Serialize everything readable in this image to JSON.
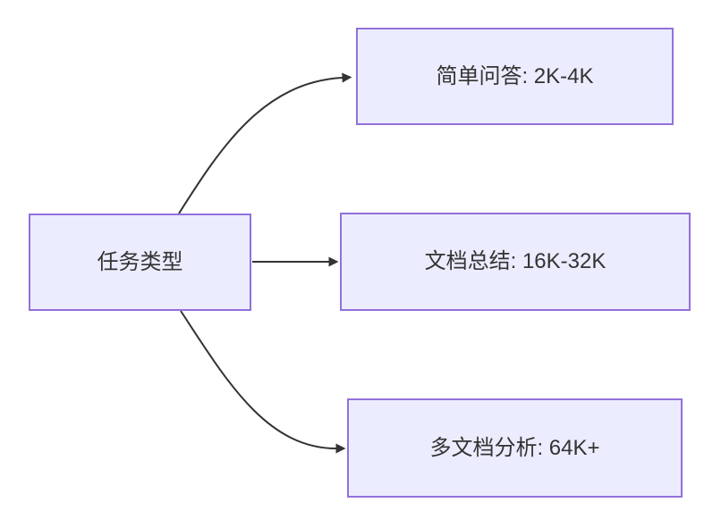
{
  "diagram": {
    "type": "flowchart",
    "direction": "left-to-right",
    "root_node": {
      "label": "任务类型"
    },
    "branch_nodes": [
      {
        "label": "简单问答: 2K-4K"
      },
      {
        "label": "文档总结: 16K-32K"
      },
      {
        "label": "多文档分析: 64K+"
      }
    ],
    "edges": [
      {
        "from": "任务类型",
        "to": "简单问答: 2K-4K"
      },
      {
        "from": "任务类型",
        "to": "文档总结: 16K-32K"
      },
      {
        "from": "任务类型",
        "to": "多文档分析: 64K+"
      }
    ],
    "colors": {
      "node_fill": "#ECECFF",
      "node_border": "#9370DB",
      "arrow": "#333333",
      "text": "#333333",
      "background": "#FFFFFF"
    }
  }
}
